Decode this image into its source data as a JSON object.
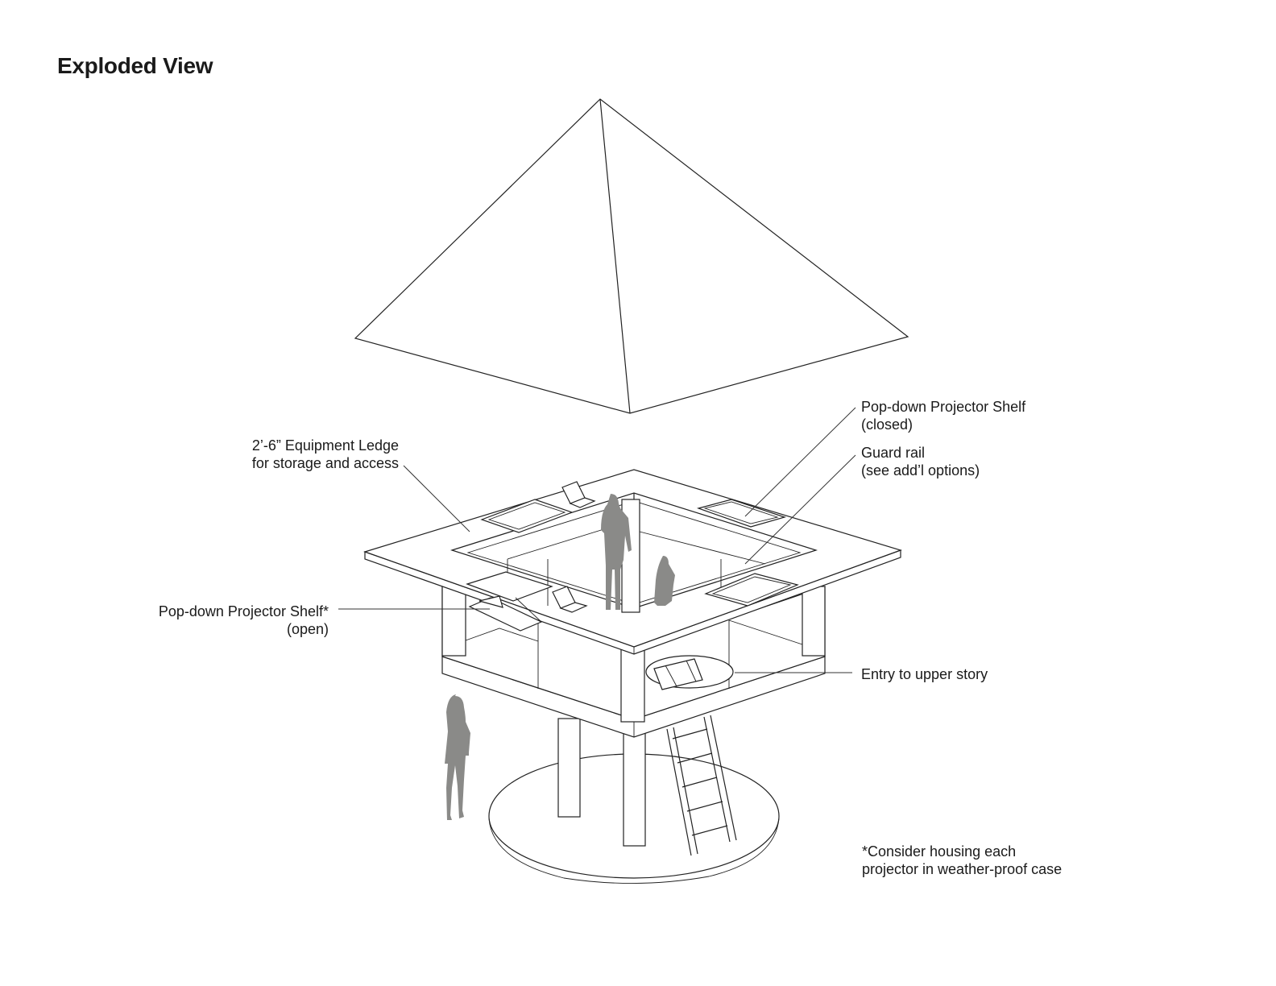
{
  "title": "Exploded View",
  "labels": {
    "equipment_ledge": {
      "line1": "2’-6” Equipment Ledge",
      "line2": "for storage and access"
    },
    "shelf_closed": {
      "line1": "Pop-down Projector Shelf",
      "line2": "(closed)"
    },
    "guard_rail": {
      "line1": "Guard rail",
      "line2": "(see add’l options)"
    },
    "shelf_open": {
      "line1": "Pop-down Projector Shelf*",
      "line2": "(open)"
    },
    "entry": {
      "line1": "Entry to upper story"
    },
    "footnote": {
      "line1": "*Consider housing each",
      "line2": "projector in weather-proof case"
    }
  },
  "colors": {
    "line": "#222222",
    "figure": "#8a8a88",
    "background": "#ffffff"
  }
}
